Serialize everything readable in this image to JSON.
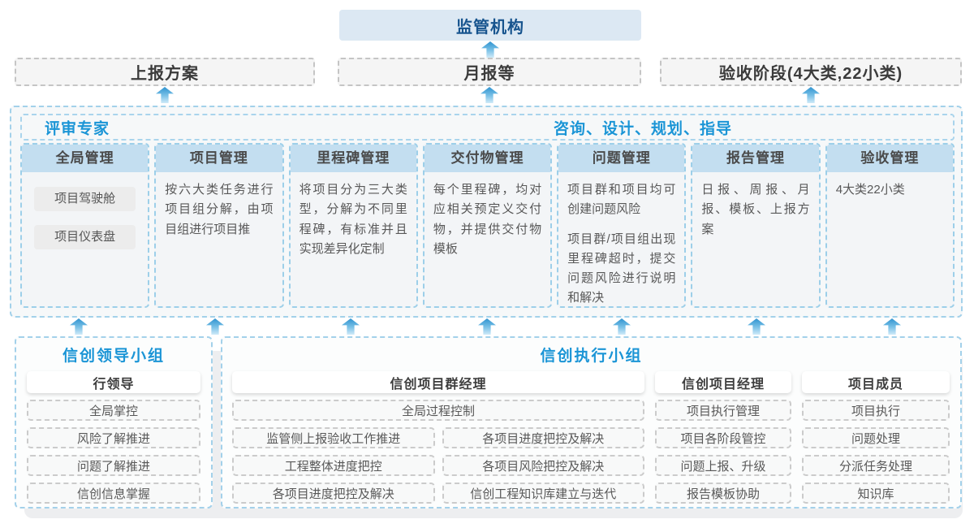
{
  "colors": {
    "accent_blue": "#1b95d6",
    "navy_title": "#17548e",
    "arrow_blue": "#2f93d0",
    "column_header_fill": "#c3def0",
    "dashed_blue_border": "#9dcfe9",
    "top_box_fill": "#dce8f3"
  },
  "top": {
    "regulator": "监管机构"
  },
  "report_boxes": [
    {
      "label": "上报方案"
    },
    {
      "label": "月报等"
    },
    {
      "label": "验收阶段(4大类,22小类)"
    }
  ],
  "platform": {
    "left_title": "评审专家",
    "right_title": "咨询、设计、规划、指导",
    "columns": [
      {
        "header": "全局管理",
        "chips": [
          "项目驾驶舱",
          "项目仪表盘"
        ]
      },
      {
        "header": "项目管理",
        "paragraphs": [
          "按六大类任务进行项目组分解，由项目组进行项目推"
        ]
      },
      {
        "header": "里程碑管理",
        "paragraphs": [
          "将项目分为三大类型，分解为不同里程碑，有标准并且实现差异化定制"
        ]
      },
      {
        "header": "交付物管理",
        "paragraphs": [
          "每个里程碑，均对应相关预定义交付物，并提供交付物模板"
        ]
      },
      {
        "header": "问题管理",
        "paragraphs": [
          "项目群和项目均可创建问题风险",
          "项目群/项目组出现里程碑超时，提交问题风险进行说明和解决"
        ]
      },
      {
        "header": "报告管理",
        "paragraphs": [
          "日报、周报、月报、模板、上报方案"
        ]
      },
      {
        "header": "验收管理",
        "paragraphs": [
          "4大类22小类"
        ]
      }
    ]
  },
  "groups": {
    "leader": {
      "title": "信创领导小组",
      "role": "行领导",
      "items": [
        "全局掌控",
        "风险了解推进",
        "问题了解推进",
        "信创信息掌握"
      ]
    },
    "executor": {
      "title": "信创执行小组",
      "columns": [
        {
          "role": "信创项目群经理",
          "full_item": "全局过程控制",
          "left_items": [
            "监管侧上报验收工作推进",
            "工程整体进度把控",
            "各项目进度把控及解决"
          ],
          "right_items": [
            "各项目进度把控及解决",
            "各项目风险把控及解决",
            "信创工程知识库建立与迭代"
          ]
        },
        {
          "role": "信创项目经理",
          "items": [
            "项目执行管理",
            "项目各阶段管控",
            "问题上报、升级",
            "报告模板协助"
          ]
        },
        {
          "role": "项目成员",
          "items": [
            "项目执行",
            "问题处理",
            "分派任务处理",
            "知识库"
          ]
        }
      ]
    }
  }
}
